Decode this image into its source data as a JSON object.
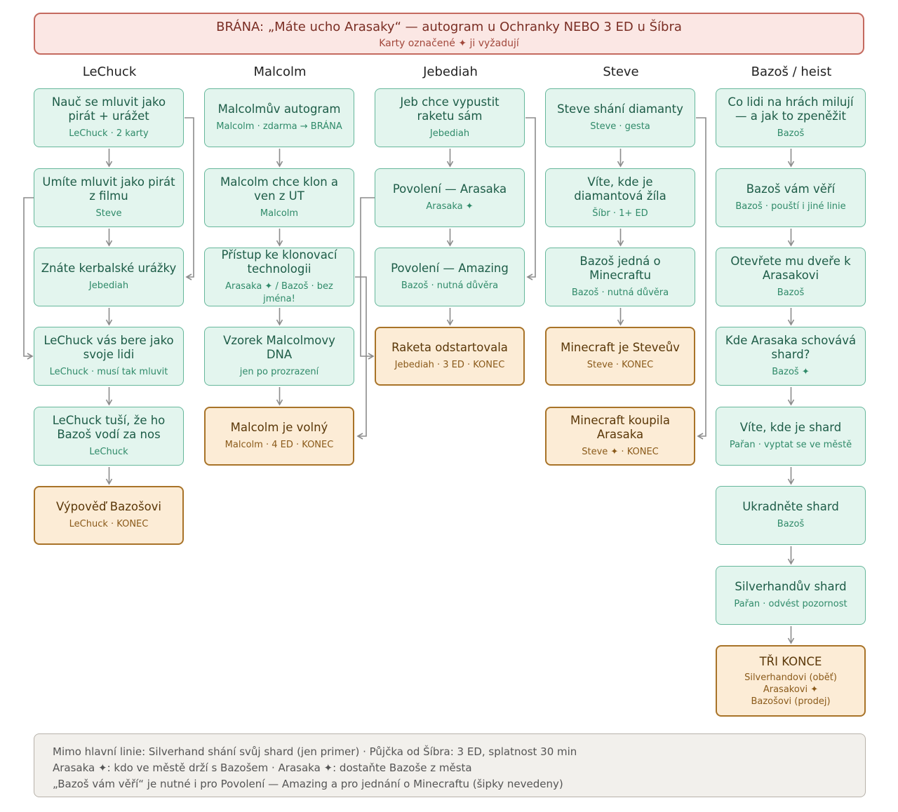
{
  "banner": {
    "title": "BRÁNA: „Máte ucho Arasaky“ — autogram u Ochranky NEBO 3 ED u Šíbra",
    "subtitle": "Karty označené ✦ ji vyžadují"
  },
  "columns": [
    {
      "header": "LeChuck",
      "cards": [
        {
          "title": "Nauč se mluvit jako pirát + urážet",
          "sub": "LeChuck · 2 karty",
          "end": false
        },
        {
          "title": "Umíte mluvit jako pirát z filmu",
          "sub": "Steve",
          "end": false
        },
        {
          "title": "Znáte kerbalské urážky",
          "sub": "Jebediah",
          "end": false
        },
        {
          "title": "LeChuck vás bere jako svoje lidi",
          "sub": "LeChuck · musí tak mluvit",
          "end": false
        },
        {
          "title": "LeChuck tuší, že ho Bazoš vodí za nos",
          "sub": "LeChuck",
          "end": false
        },
        {
          "title": "Výpověď Bazošovi",
          "sub": "LeChuck · KONEC",
          "end": true
        }
      ]
    },
    {
      "header": "Malcolm",
      "cards": [
        {
          "title": "Malcolmův autogram",
          "sub": "Malcolm · zdarma → BRÁNA",
          "end": false
        },
        {
          "title": "Malcolm chce klon a ven z UT",
          "sub": "Malcolm",
          "end": false
        },
        {
          "title": "Přístup ke klonovací technologii",
          "sub": "Arasaka ✦ / Bazoš · bez jména!",
          "end": false
        },
        {
          "title": "Vzorek Malcolmovy DNA",
          "sub": "jen po prozrazení",
          "end": false
        },
        {
          "title": "Malcolm je volný",
          "sub": "Malcolm · 4 ED · KONEC",
          "end": true
        }
      ]
    },
    {
      "header": "Jebediah",
      "cards": [
        {
          "title": "Jeb chce vypustit raketu sám",
          "sub": "Jebediah",
          "end": false
        },
        {
          "title": "Povolení — Arasaka",
          "sub": "Arasaka ✦",
          "end": false
        },
        {
          "title": "Povolení — Amazing",
          "sub": "Bazoš · nutná důvěra",
          "end": false
        },
        {
          "title": "Raketa odstartovala",
          "sub": "Jebediah · 3 ED · KONEC",
          "end": true
        }
      ]
    },
    {
      "header": "Steve",
      "cards": [
        {
          "title": "Steve shání diamanty",
          "sub": "Steve · gesta",
          "end": false
        },
        {
          "title": "Víte, kde je diamantová žíla",
          "sub": "Šíbr · 1+ ED",
          "end": false
        },
        {
          "title": "Bazoš jedná o Minecraftu",
          "sub": "Bazoš · nutná důvěra",
          "end": false
        },
        {
          "title": "Minecraft je Steveův",
          "sub": "Steve · KONEC",
          "end": true
        },
        {
          "title": "Minecraft koupila Arasaka",
          "sub": "Steve ✦ · KONEC",
          "end": true
        }
      ]
    },
    {
      "header": "Bazoš / heist",
      "cards": [
        {
          "title": "Co lidi na hrách milují — a jak to zpeněžit",
          "sub": "Bazoš",
          "end": false
        },
        {
          "title": "Bazoš vám věří",
          "sub": "Bazoš · pouští i jiné linie",
          "end": false
        },
        {
          "title": "Otevřete mu dveře k Arasakovi",
          "sub": "Bazoš",
          "end": false
        },
        {
          "title": "Kde Arasaka schovává shard?",
          "sub": "Bazoš ✦",
          "end": false
        },
        {
          "title": "Víte, kde je shard",
          "sub": "Pařan · vyptat se ve městě",
          "end": false
        },
        {
          "title": "Ukradněte shard",
          "sub": "Bazoš",
          "end": false
        },
        {
          "title": "Silverhandův shard",
          "sub": "Pařan · odvést pozornost",
          "end": false
        },
        {
          "title": "TŘI KONCE",
          "sub_lines": [
            "Silverhandovi (oběť)",
            "Arasakovi ✦",
            "Bazošovi (prodej)"
          ],
          "end": true
        }
      ]
    }
  ],
  "footer": {
    "lines": [
      "Mimo hlavní linie: Silverhand shání svůj shard (jen primer) · Půjčka od Šíbra: 3 ED, splatnost 30 min",
      "Arasaka ✦: kdo ve městě drží s Bazošem · Arasaka ✦: dostaňte Bazoše z města",
      "„Bazoš vám věří“ je nutné i pro Povolení — Amazing a pro jednání o Minecraftu (šipky nevedeny)"
    ]
  },
  "colors": {
    "card_fill": "#e3f5ee",
    "card_border": "#66b79b",
    "end_fill": "#fcecd6",
    "end_border": "#a87328",
    "banner_fill": "#fbe7e4",
    "banner_border": "#c46a5f",
    "arrow": "#8c8c8c"
  }
}
